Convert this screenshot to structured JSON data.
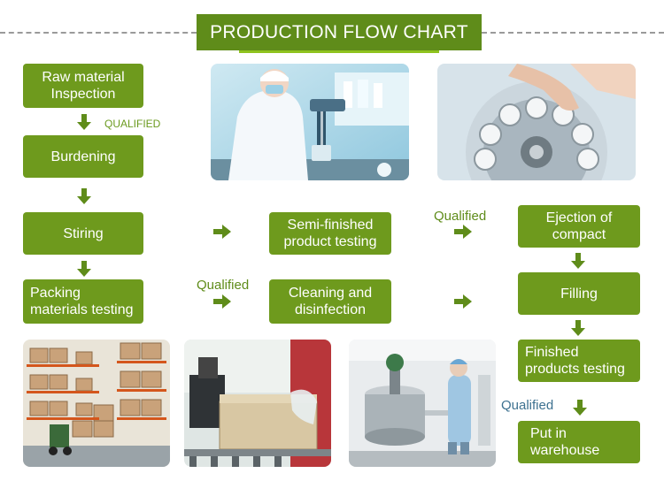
{
  "title": "PRODUCTION FLOW CHART",
  "steps": {
    "raw_material": "Raw material\nInspection",
    "burdening": "Burdening",
    "stiring": "Stiring",
    "packing": "Packing\nmaterials testing",
    "semi_finished": "Semi-finished\nproduct testing",
    "cleaning": "Cleaning and\ndisinfection",
    "ejection": "Ejection of\ncompact",
    "filling": "Filling",
    "finished": "Finished\nproducts testing",
    "warehouse": "Put in\nwarehouse"
  },
  "labels": {
    "qualified_1": "QUALIFIED",
    "qualified_2": "Qualified",
    "qualified_3": "Qualified",
    "qualified_4": "Qualified"
  },
  "colors": {
    "box_green": "#6e9a1d",
    "arrow_green": "#5f8c1a",
    "title_bg": "#5f8c1a"
  },
  "photos": [
    {
      "name": "lab-photo",
      "scene": "lab worker mixing with stirrer"
    },
    {
      "name": "compact-machine-photo",
      "scene": "hand placing compacts into machine"
    },
    {
      "name": "warehouse-photo",
      "scene": "warehouse shelves with boxes"
    },
    {
      "name": "packing-photo",
      "scene": "packing carton on conveyor"
    },
    {
      "name": "tanks-photo",
      "scene": "worker beside steel tanks"
    }
  ]
}
